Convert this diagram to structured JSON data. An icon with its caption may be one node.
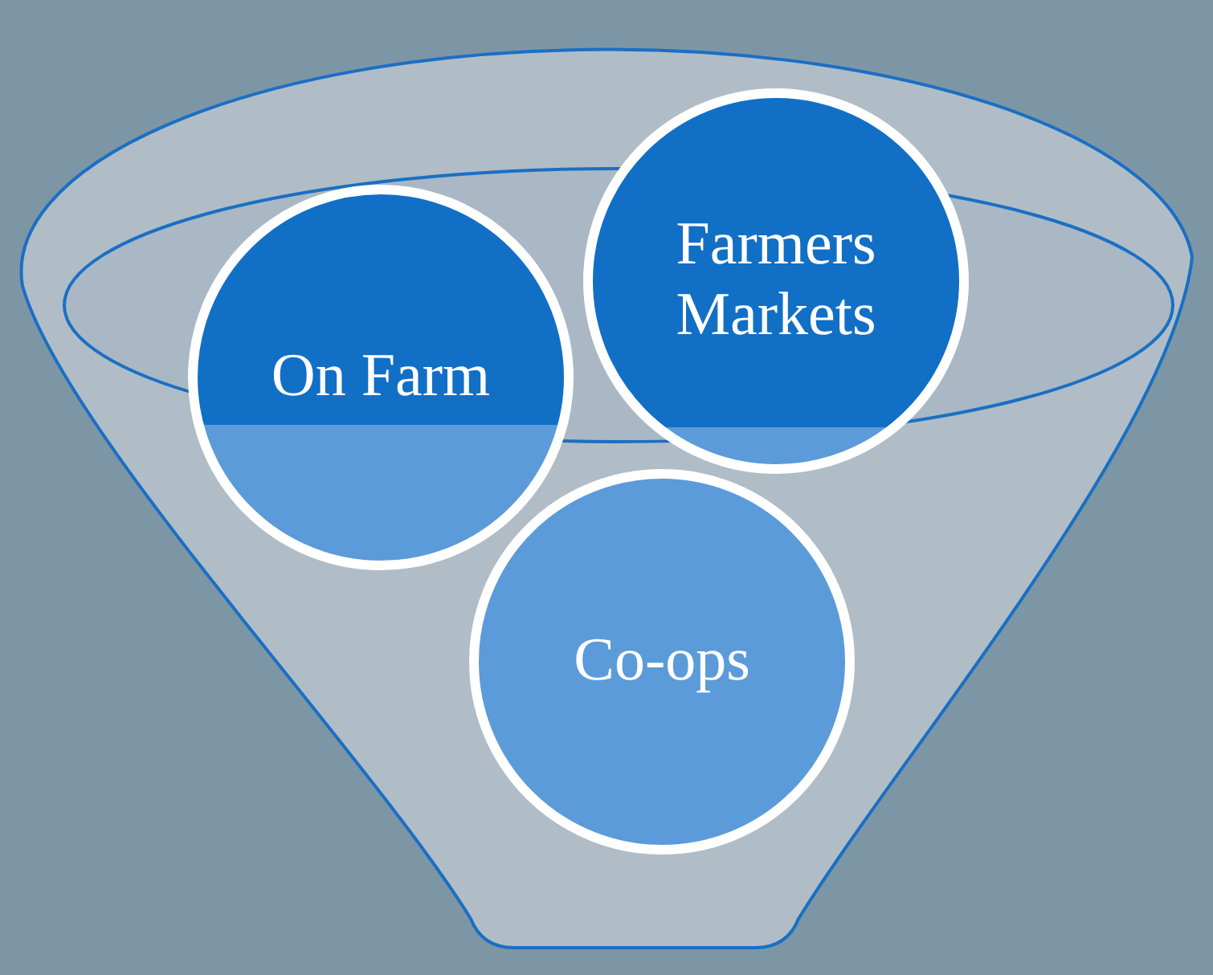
{
  "diagram": {
    "nodes": [
      {
        "text": [
          "On Farm"
        ]
      },
      {
        "text": [
          "Farmers Markets"
        ]
      },
      {
        "text": [
          "Co-ops"
        ]
      }
    ]
  }
}
